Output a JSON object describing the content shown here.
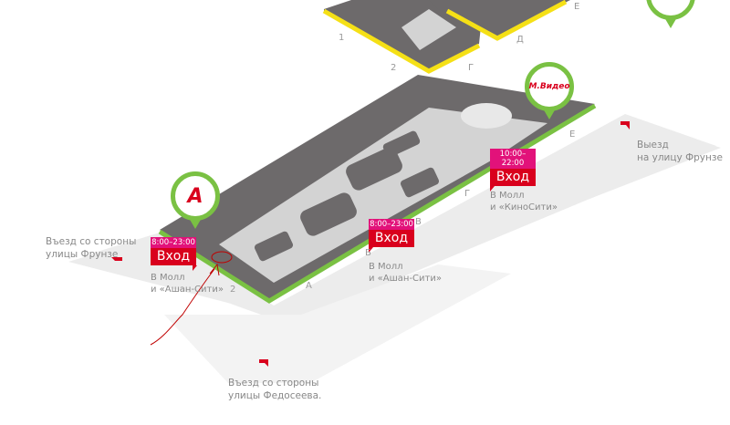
{
  "colors": {
    "building": "#6d6a6b",
    "corridor": "#d3d3d3",
    "ground": "#ececec",
    "green": "#7ac143",
    "yellow": "#f5e016",
    "entry": "#d9001d",
    "hours": "#e2127a"
  },
  "roads": {
    "enter_frunze": [
      "Въезд со стороны",
      "улицы Фрунзе"
    ],
    "exit_frunze": [
      "Выезд",
      "на улицу Фрунзе"
    ],
    "enter_fedoseeva": [
      "Въезд со стороны",
      "улицы Федосеева."
    ]
  },
  "entrances": [
    {
      "hours": "8:00–23:00",
      "label": "Вход",
      "note": [
        "В Молл",
        "и «Ашан-Сити»"
      ]
    },
    {
      "hours": "8:00–23:00",
      "label": "Вход",
      "note": [
        "В Молл",
        "и «Ашан-Сити»"
      ]
    },
    {
      "hours": "10:00–22:00",
      "label": "Вход",
      "note": [
        "В Молл",
        "и «КиноСити»"
      ]
    }
  ],
  "stores": {
    "auchan": "А",
    "mvideo": "М.Видео"
  },
  "sections_upper": [
    "1",
    "2",
    "Г",
    "Д",
    "Е"
  ],
  "sections_lower": [
    "2",
    "А",
    "Б",
    "В",
    "Г",
    "Е"
  ]
}
